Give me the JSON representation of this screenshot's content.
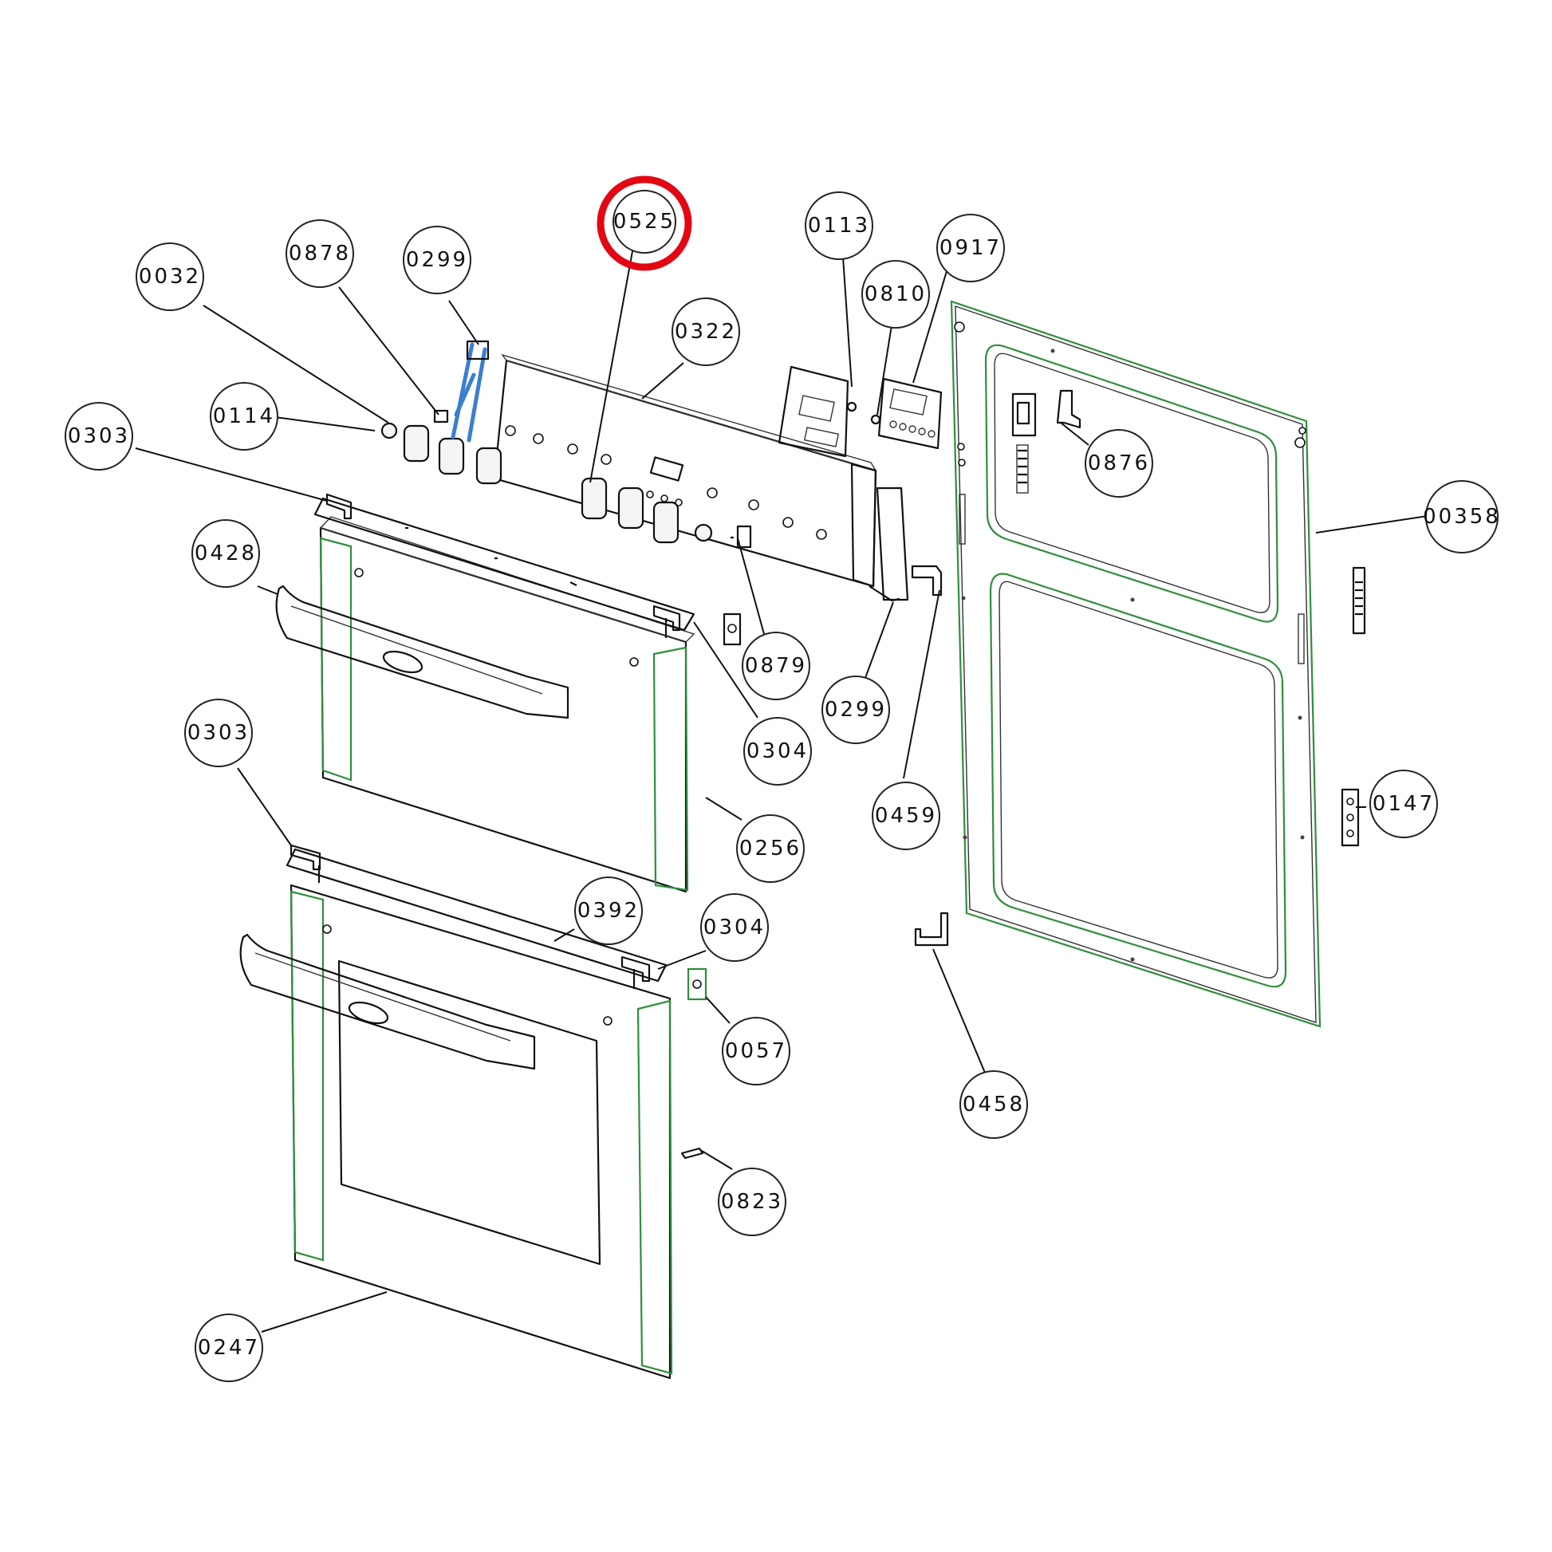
{
  "callouts": [
    {
      "id": "c0525",
      "label": "0525",
      "highlighted": true
    },
    {
      "id": "c0113",
      "label": "0113"
    },
    {
      "id": "c0917",
      "label": "0917"
    },
    {
      "id": "c0810",
      "label": "0810"
    },
    {
      "id": "c0878",
      "label": "0878"
    },
    {
      "id": "c0299a",
      "label": "0299"
    },
    {
      "id": "c0032",
      "label": "0032"
    },
    {
      "id": "c0322",
      "label": "0322"
    },
    {
      "id": "c0114",
      "label": "0114"
    },
    {
      "id": "c0303a",
      "label": "0303"
    },
    {
      "id": "c0876",
      "label": "0876"
    },
    {
      "id": "c00358",
      "label": "00358"
    },
    {
      "id": "c0428",
      "label": "0428"
    },
    {
      "id": "c0879",
      "label": "0879"
    },
    {
      "id": "c0299b",
      "label": "0299"
    },
    {
      "id": "c0304a",
      "label": "0304"
    },
    {
      "id": "c0303b",
      "label": "0303"
    },
    {
      "id": "c0147",
      "label": "0147"
    },
    {
      "id": "c0459",
      "label": "0459"
    },
    {
      "id": "c0256",
      "label": "0256"
    },
    {
      "id": "c0392",
      "label": "0392"
    },
    {
      "id": "c0304b",
      "label": "0304"
    },
    {
      "id": "c0057",
      "label": "0057"
    },
    {
      "id": "c0458",
      "label": "0458"
    },
    {
      "id": "c0823",
      "label": "0823"
    },
    {
      "id": "c0247",
      "label": "0247"
    }
  ],
  "colors": {
    "highlight": "#e30613",
    "frame_outline": "#2f8f3a",
    "harness": "#3a7fd0",
    "line": "#111111"
  }
}
